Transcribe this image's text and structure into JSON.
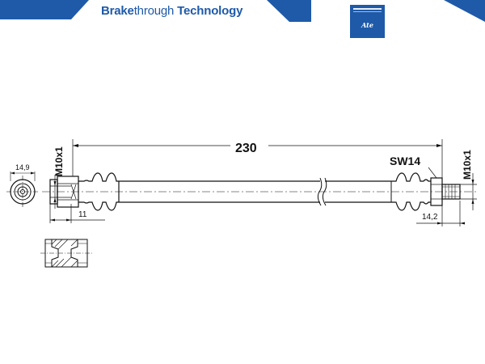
{
  "brand": {
    "bold_part": "Brake",
    "light_part": "through",
    "suffix": " Technology",
    "color": "#1e5aa8"
  },
  "logo": {
    "text": "Ate"
  },
  "dimensions": {
    "overall_length": "230",
    "left_thread": "M10x1",
    "right_thread": "M10x1",
    "wrench_size": "SW14",
    "left_diameter": "14,9",
    "left_fitting_length": "11",
    "right_fitting_length": "14,2"
  }
}
